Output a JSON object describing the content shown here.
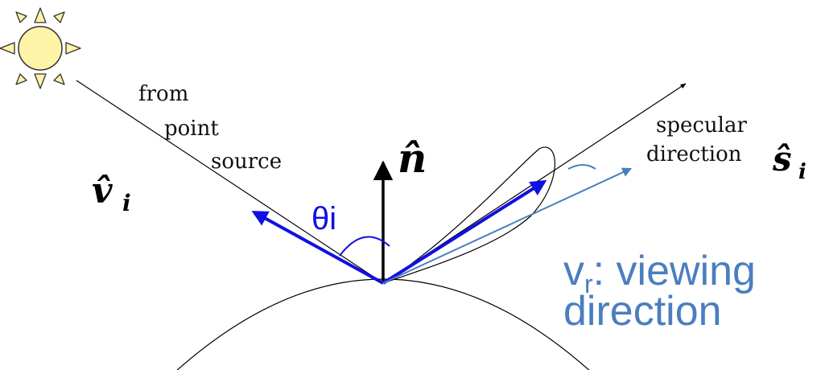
{
  "labels": {
    "incident_line1": "from",
    "incident_line2": "point",
    "incident_line3": "source",
    "specular_line1": "specular",
    "specular_line2": "direction",
    "v_symbol": "v̂",
    "v_subscript": "i",
    "n_symbol": "n̂",
    "s_symbol": "ŝ",
    "s_subscript": "i",
    "theta": "θi",
    "viewing_v": "v",
    "viewing_sub": "r",
    "viewing_rest": ": viewing",
    "viewing_line2": "direction"
  },
  "colors": {
    "blue_vector": "#1010e0",
    "viewing_vector": "#4a7ec0",
    "sun_fill": "#fff3a8",
    "sun_stroke": "#333333",
    "line": "#000000"
  },
  "icons": {
    "sun": "sun-icon"
  }
}
